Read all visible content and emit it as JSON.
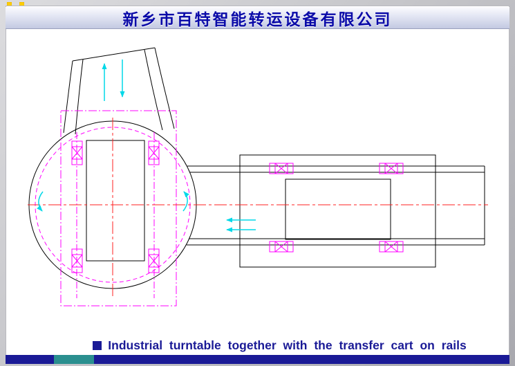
{
  "header": {
    "title": "新乡市百特智能转运设备有限公司"
  },
  "caption": {
    "text": "Industrial turntable together with the transfer cart on rails"
  },
  "diagram": {
    "type": "technical-top-view",
    "subject": "industrial turntable with transfer cart on rails",
    "elements": [
      "turntable-circle-left",
      "cart-on-turntable-with-four-wheels",
      "vertical-rail-track-top",
      "horizontal-rail-track-right",
      "transfer-cart-right-with-four-wheels",
      "red-dash-dot-centerlines",
      "cyan-direction-arrows",
      "cyan-rotation-arrows"
    ]
  },
  "colors": {
    "line": "#000000",
    "magenta": "#ff00ff",
    "red": "#ff2020",
    "cyan": "#00d8e8",
    "navy": "#1a1a96",
    "title": "#0a0aa8",
    "accent_teal": "#2a8f8f",
    "dot_yellow": "#ffcc00"
  }
}
